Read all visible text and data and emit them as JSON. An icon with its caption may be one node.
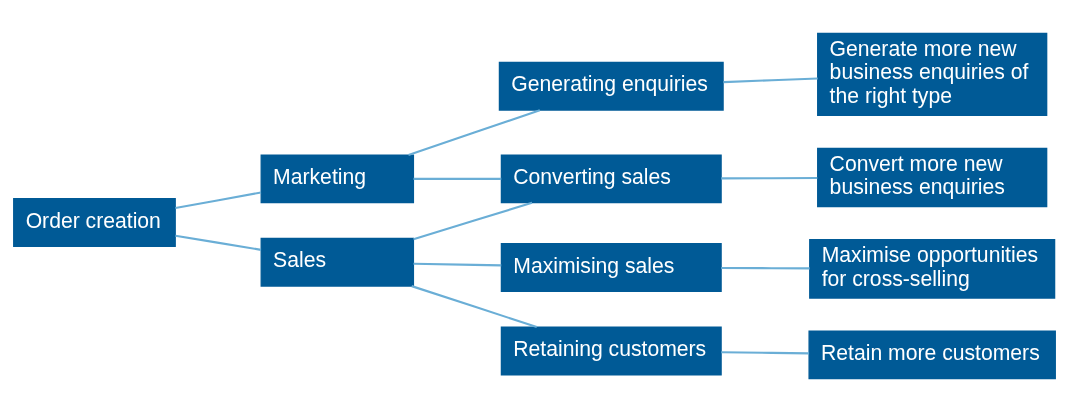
{
  "diagram": {
    "nodes": [
      {
        "text": [
          "Order creation"
        ]
      },
      {
        "text": [
          "Marketing"
        ]
      },
      {
        "text": [
          "Sales"
        ]
      },
      {
        "text": [
          "Generating enquiries"
        ]
      },
      {
        "text": [
          "Converting sales"
        ]
      },
      {
        "text": [
          "Maximising sales"
        ]
      },
      {
        "text": [
          "Retaining customers"
        ]
      },
      {
        "text": [
          "Generate more new business enquiries of the right type"
        ]
      },
      {
        "text": [
          "Convert more new business enquiries"
        ]
      },
      {
        "text": [
          "Maximise opportunities for cross-selling"
        ]
      },
      {
        "text": [
          "Retain more customers"
        ]
      }
    ],
    "edges": [
      {
        "from": 0,
        "to": 1,
        "arrow": "none"
      },
      {
        "from": 0,
        "to": 2,
        "arrow": "none"
      },
      {
        "from": 1,
        "to": 3,
        "arrow": "none"
      },
      {
        "from": 1,
        "to": 4,
        "arrow": "none"
      },
      {
        "from": 2,
        "to": 4,
        "arrow": "none"
      },
      {
        "from": 2,
        "to": 5,
        "arrow": "none"
      },
      {
        "from": 2,
        "to": 6,
        "arrow": "none"
      },
      {
        "from": 3,
        "to": 7,
        "arrow": "none"
      },
      {
        "from": 4,
        "to": 8,
        "arrow": "none"
      },
      {
        "from": 5,
        "to": 9,
        "arrow": "none"
      },
      {
        "from": 6,
        "to": 10,
        "arrow": "none"
      }
    ]
  }
}
